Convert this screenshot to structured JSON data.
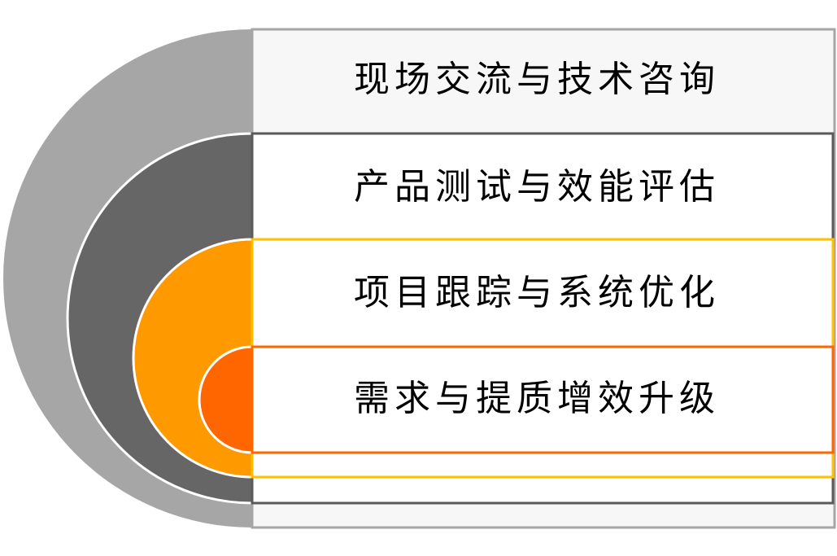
{
  "diagram": {
    "type": "nested-layers",
    "layers": [
      {
        "label": "现场交流与技术咨询",
        "color": "#a6a6a6",
        "border": "#a6a6a6"
      },
      {
        "label": "产品测试与效能评估",
        "color": "#666666",
        "border": "#5a5a5a"
      },
      {
        "label": "项目跟踪与系统优化",
        "color": "#ff9900",
        "border": "#ffc000"
      },
      {
        "label": "需求与提质增效升级",
        "color": "#ff6600",
        "border": "#ff6600"
      }
    ]
  }
}
